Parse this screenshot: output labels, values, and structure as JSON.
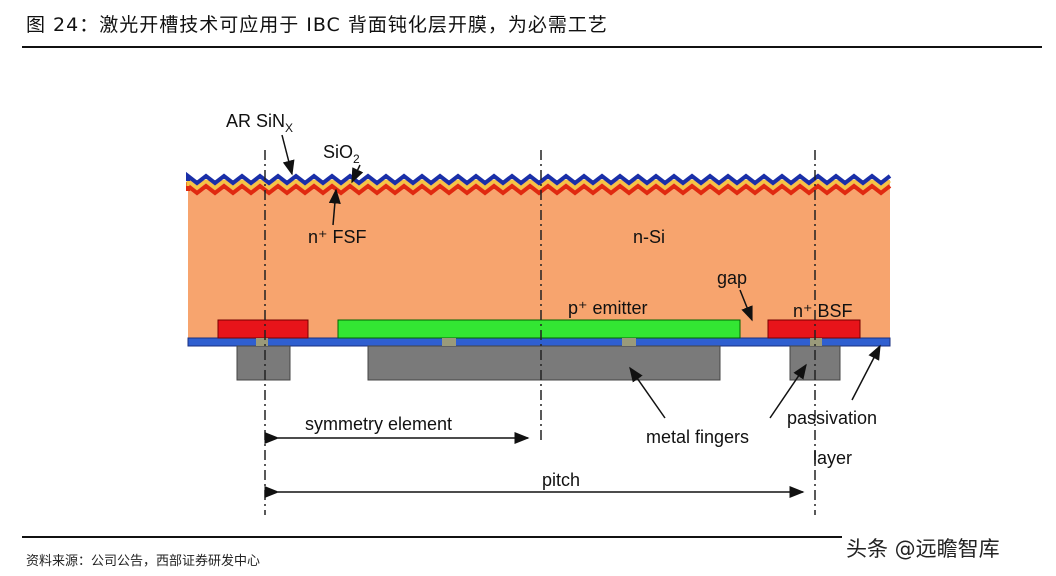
{
  "title": "图 24：激光开槽技术可应用于 IBC 背面钝化层开膜，为必需工艺",
  "source": "资料来源：公司公告，西部证券研发中心",
  "watermark": "头条 @远瞻智库",
  "diagram": {
    "labels": {
      "ar_sinx": "AR SiN",
      "ar_sinx_sub": "X",
      "sio2": "SiO",
      "sio2_sub": "2",
      "fsf": "n⁺ FSF",
      "nsi": "n-Si",
      "gap": "gap",
      "emitter": "p⁺ emitter",
      "bsf": "n⁺ BSF",
      "symmetry": "symmetry element",
      "metal_fingers": "metal fingers",
      "passivation": "passivation",
      "layer": "layer",
      "pitch": "pitch"
    },
    "colors": {
      "silicon": "#f7a46e",
      "arc": "#1a2fa8",
      "oxide": "#f5c542",
      "fsf": "#e02a10",
      "bsf": "#e8141a",
      "emitter": "#33e633",
      "passivation": "#2f5fd0",
      "metal": "#7a7a7a"
    }
  }
}
